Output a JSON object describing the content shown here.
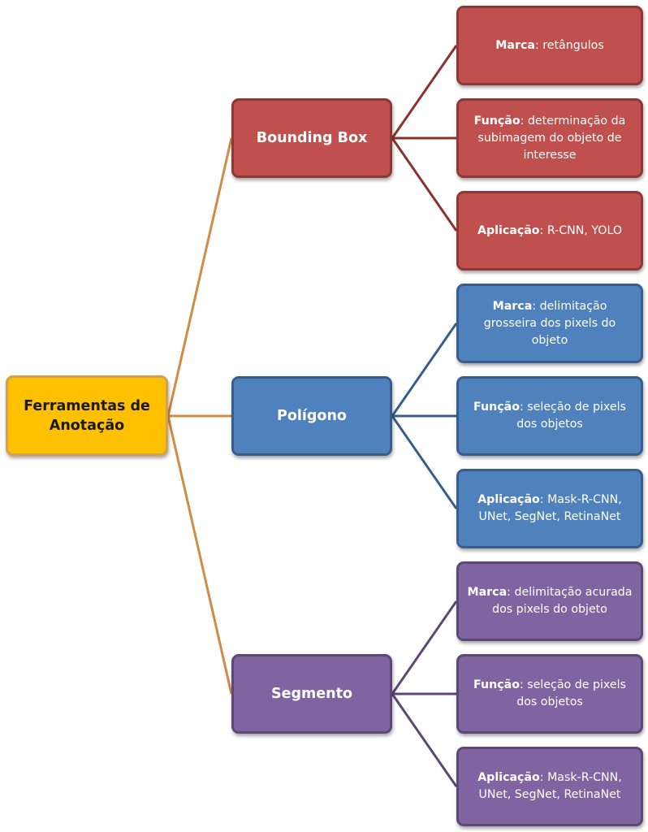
{
  "root": {
    "label_line1": "Ferramentas de",
    "label_line2": "Anotação"
  },
  "colors": {
    "root_fill": "#ffc000",
    "root_border": "#d4a054",
    "root_connector": "#d08c44",
    "bbox_fill": "#c0504d",
    "bbox_connector": "#8b3230",
    "polygon_fill": "#4f81bd",
    "polygon_connector": "#365f8f",
    "segment_fill": "#8064a2",
    "segment_connector": "#5c4776"
  },
  "branches": [
    {
      "label": "Bounding Box",
      "leaves": [
        {
          "key": "Marca",
          "text": ": retângulos"
        },
        {
          "key": "Função",
          "text": ": determinação da subimagem do objeto de interesse"
        },
        {
          "key": "Aplicação",
          "text": ": R-CNN, YOLO"
        }
      ]
    },
    {
      "label": "Polígono",
      "leaves": [
        {
          "key": "Marca",
          "text": ": delimitação grosseira dos pixels do objeto"
        },
        {
          "key": "Função",
          "text": ": seleção de pixels dos objetos"
        },
        {
          "key": "Aplicação",
          "text": ":  Mask-R-CNN, UNet, SegNet, RetinaNet"
        }
      ]
    },
    {
      "label": "Segmento",
      "leaves": [
        {
          "key": "Marca",
          "text": ": delimitação acurada dos pixels do objeto"
        },
        {
          "key": "Função",
          "text": ":  seleção de pixels dos objetos"
        },
        {
          "key": "Aplicação",
          "text": ":  Mask-R-CNN, UNet, SegNet, RetinaNet"
        }
      ]
    }
  ]
}
